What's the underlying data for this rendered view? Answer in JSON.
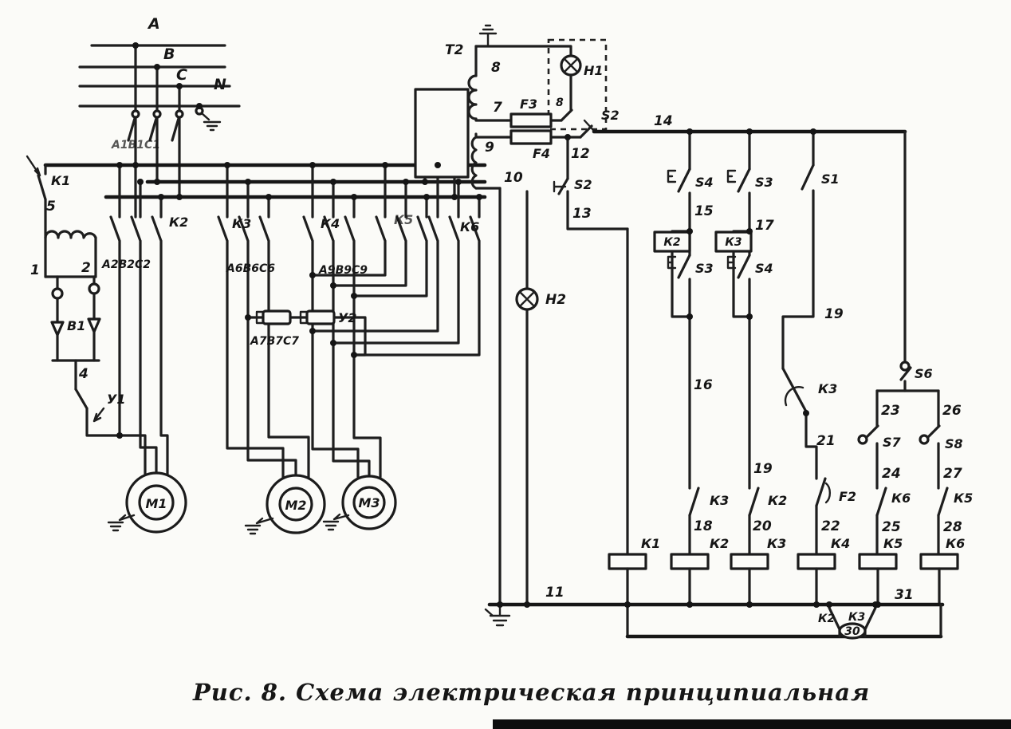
{
  "colors": {
    "ink": "#1b1b1b",
    "paper": "#fbfbf8"
  },
  "figure": {
    "caption": "Рис. 8. Схема электрическая принципиальная"
  },
  "labels": {
    "phase_a": "А",
    "phase_b": "В",
    "phase_c": "С",
    "phase_n": "N",
    "breaker": "А1В1С1",
    "k1_main": "К1",
    "w5": "5",
    "w1": "1",
    "w2": "2",
    "v1": "В1",
    "w4": "4",
    "y1": "У1",
    "k2_main": "К2",
    "a2": "А2В2С2",
    "k3_main": "К3",
    "a6": "А6В6С6",
    "k4_main": "К4",
    "a9": "А9В9С9",
    "k5_main": "К5",
    "k6_main": "К6",
    "y2": "У2",
    "a7": "А7В7С7",
    "m1": "М1",
    "m2": "М2",
    "m3": "М3",
    "t2": "Т2",
    "t8": "8",
    "t7": "7",
    "t8b": "8",
    "t9": "9",
    "t10": "10",
    "f3": "F3",
    "f4": "F4",
    "h1": "Н1",
    "h2": "Н2",
    "s2_top": "S2",
    "w14": "14",
    "w12": "12",
    "s2_low": "S2",
    "w13": "13",
    "s4_top": "S4",
    "w15": "15",
    "k2_aux": "К2",
    "s3_mid": "S3",
    "w16": "16",
    "k3_nc": "К3",
    "w18": "18",
    "k2_coil": "К2",
    "s3_top": "S3",
    "w17": "17",
    "k3_aux": "К3",
    "s4_mid": "S4",
    "w19a": "19",
    "k2_nc": "К2",
    "w20": "20",
    "k3_coil": "К3",
    "s1": "S1",
    "w19b": "19",
    "k3_delay": "К3",
    "w21": "21",
    "f2": "F2",
    "w22": "22",
    "k4_coil": "К4",
    "s6": "S6",
    "w23": "23",
    "w26": "26",
    "s7": "S7",
    "s8": "S8",
    "w24": "24",
    "w27": "27",
    "k6_nc": "К6",
    "k5_nc": "К5",
    "w25": "25",
    "w28": "28",
    "k5_coil": "К5",
    "k6_coil": "К6",
    "k1_coil": "К1",
    "w11": "11",
    "w30": "30",
    "w31": "31",
    "k2_bot": "К2",
    "k3_bot": "К3"
  }
}
